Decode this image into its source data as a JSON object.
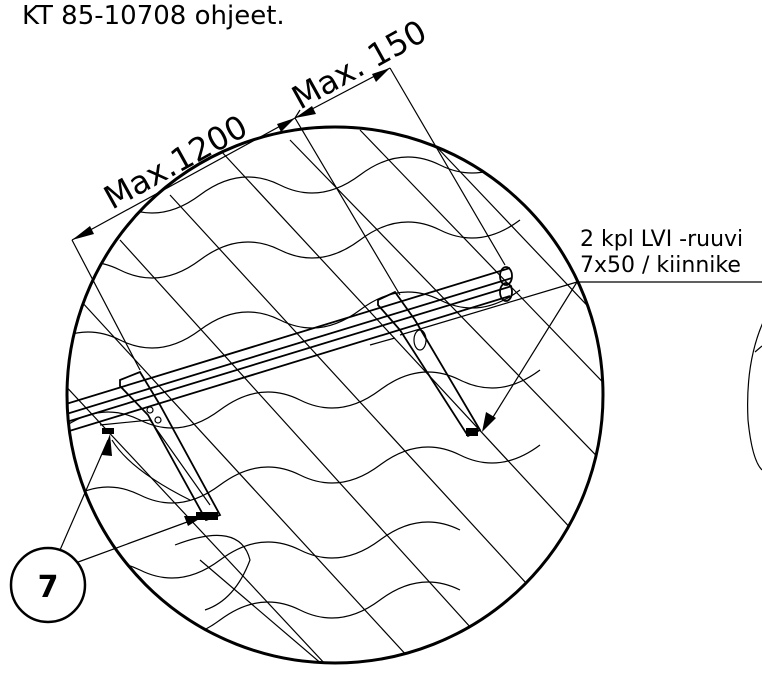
{
  "header": {
    "top_text": "KT 85-10708 ohjeet."
  },
  "dimensions": {
    "max_spacing": "Max.1200",
    "max_overhang": "Max. 150"
  },
  "callout": {
    "line1": "2 kpl LVI -ruuvi",
    "line2": "7x50 / kiinnike"
  },
  "item_marker": {
    "number": "7"
  }
}
